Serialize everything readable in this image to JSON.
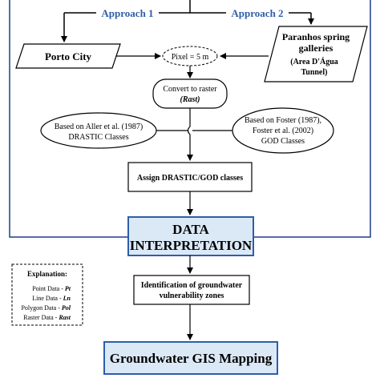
{
  "approach1": "Approach 1",
  "approach2": "Approach 2",
  "porto_city": "Porto City",
  "paranhos": {
    "line1": "Paranhos spring",
    "line2": "galleries",
    "line3": "(Area D'Água",
    "line4": "Tunnel)"
  },
  "pixel": "Pixel = 5 m",
  "convert": {
    "line1": "Convert to raster",
    "line2": "(Rast)"
  },
  "aller": {
    "line1": "Based on Aller et al. (1987)",
    "line2": "DRASTIC Classes"
  },
  "foster": {
    "line1": "Based on Foster (1987),",
    "line2": "Foster et al. (2002)",
    "line3": "GOD Classes"
  },
  "assign": "Assign DRASTIC/GOD classes",
  "interp": {
    "line1": "DATA",
    "line2": "INTERPRETATION"
  },
  "identify": {
    "line1": "Identification of groundwater",
    "line2": "vulnerability zones"
  },
  "mapping": "Groundwater GIS Mapping",
  "explanation": {
    "title": "Explanation:",
    "items": [
      {
        "label": "Point Data - ",
        "code": "Pt"
      },
      {
        "label": "Line Data - ",
        "code": "Ln"
      },
      {
        "label": "Polygon Data - ",
        "code": "Pol"
      },
      {
        "label": "Raster Data - ",
        "code": "Rast"
      }
    ]
  },
  "colors": {
    "accent_blue": "#2f5ea8",
    "box_fill_light_blue": "#dbe9f7",
    "frame_blue": "#1d3f8c"
  }
}
